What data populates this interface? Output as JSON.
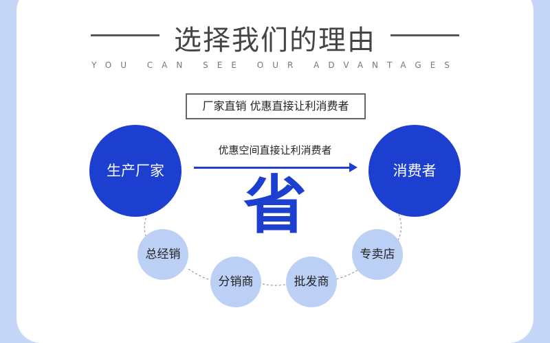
{
  "title": "选择我们的理由",
  "subtitle": "YOU CAN SEE OUR ADVANTAGES",
  "tagline": "厂家直销 优惠直接让利消费者",
  "flow": {
    "source": "生产厂家",
    "target": "消费者",
    "arrow_label": "优惠空间直接让利消费者",
    "saving_char": "省"
  },
  "intermediaries": [
    "总经销",
    "分销商",
    "批发商",
    "专卖店"
  ],
  "colors": {
    "accent": "#1c3fd0",
    "light_circle": "#bcd0f5",
    "background": "#c5d7f7"
  }
}
